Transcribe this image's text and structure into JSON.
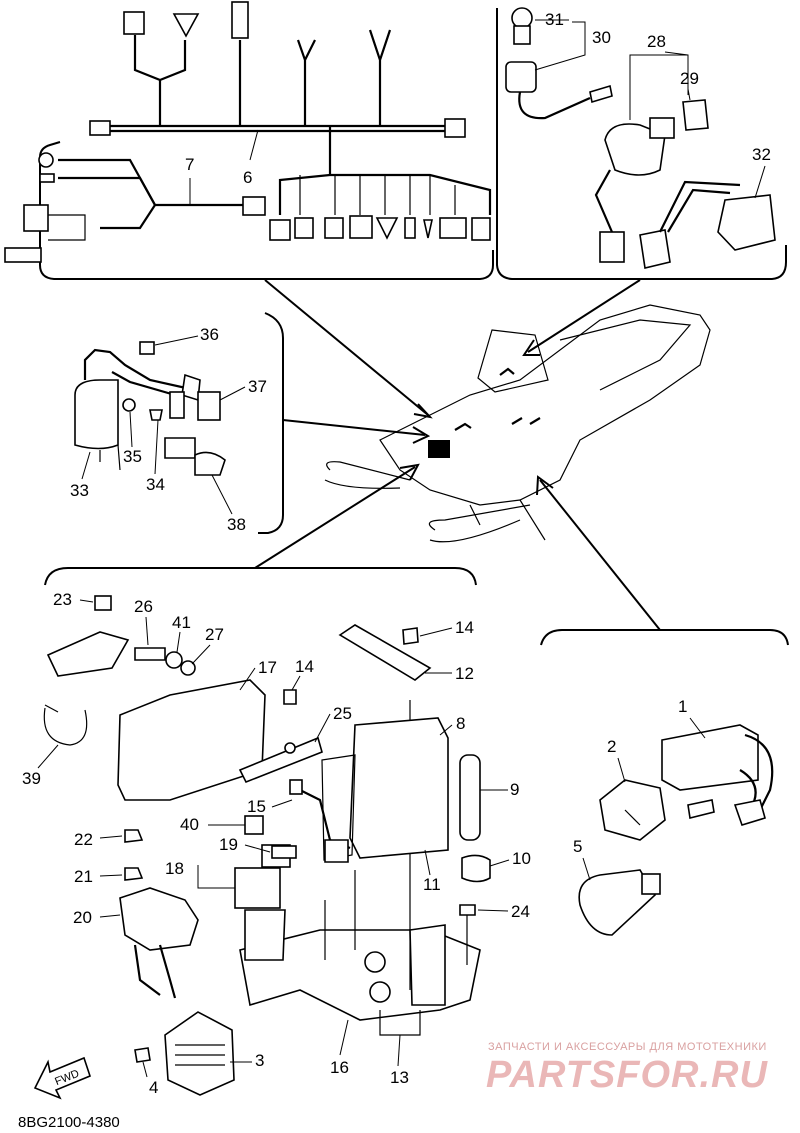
{
  "drawing_code": "8BG2100-4380",
  "fwd_label": "FWD",
  "watermark": {
    "tagline": "ЗАПЧАСТИ И АКСЕССУАРЫ ДЛЯ МОТОТЕХНИКИ",
    "brand": "PARTSFOR.RU"
  },
  "callouts": {
    "n1": "1",
    "n2": "2",
    "n3": "3",
    "n4": "4",
    "n5": "5",
    "n6": "6",
    "n7": "7",
    "n8": "8",
    "n9": "9",
    "n10": "10",
    "n11": "11",
    "n12": "12",
    "n13": "13",
    "n14a": "14",
    "n14b": "14",
    "n15": "15",
    "n16": "16",
    "n17": "17",
    "n18": "18",
    "n19": "19",
    "n20": "20",
    "n21": "21",
    "n22": "22",
    "n23": "23",
    "n24": "24",
    "n25": "25",
    "n26": "26",
    "n27": "27",
    "n28": "28",
    "n29": "29",
    "n30": "30",
    "n31": "31",
    "n32": "32",
    "n33": "33",
    "n34": "34",
    "n35": "35",
    "n36": "36",
    "n37": "37",
    "n38": "38",
    "n39": "39",
    "n40": "40",
    "n41": "41"
  }
}
